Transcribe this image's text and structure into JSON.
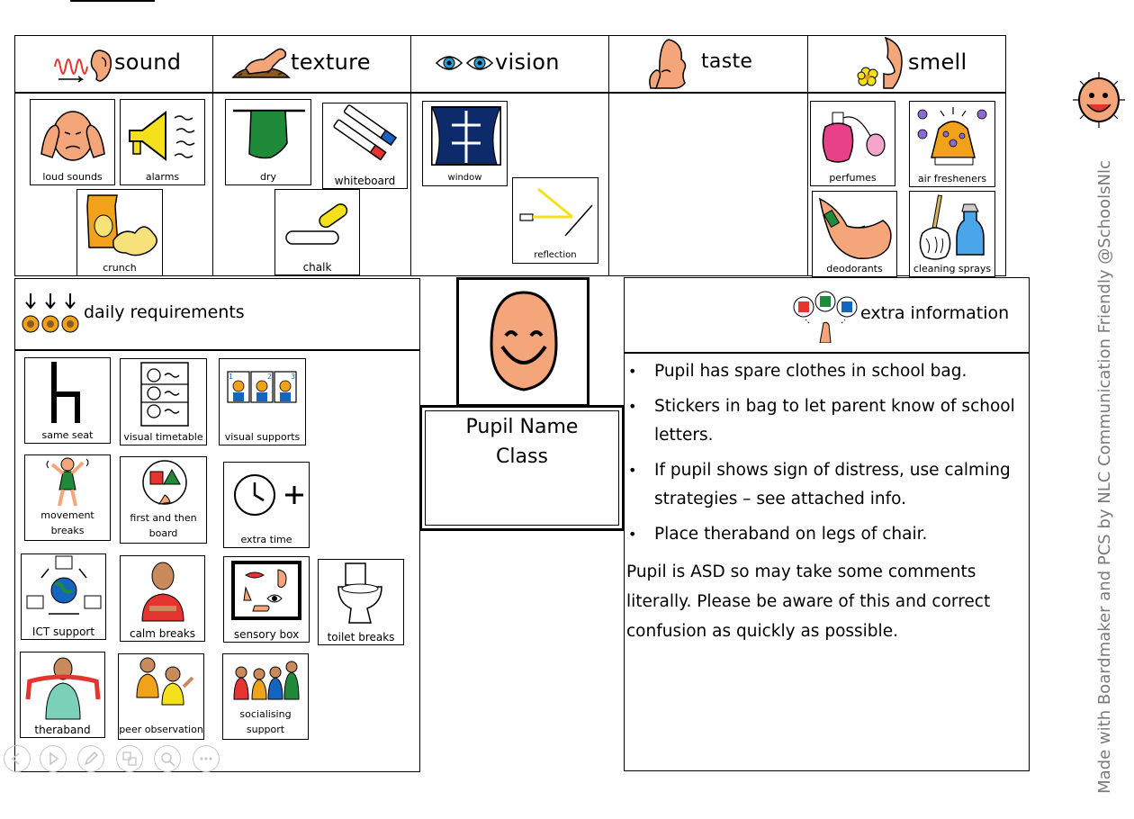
{
  "senses": {
    "sound": {
      "title": "sound",
      "items": [
        "loud sounds",
        "alarms",
        "crunch"
      ]
    },
    "texture": {
      "title": "texture",
      "items": [
        "dry",
        "whiteboard",
        "chalk"
      ]
    },
    "vision": {
      "title": "vision",
      "items": [
        "window",
        "reflection"
      ]
    },
    "taste": {
      "title": "taste",
      "items": []
    },
    "smell": {
      "title": "smell",
      "items": [
        "perfumes",
        "air fresheners",
        "deodorants",
        "cleaning sprays"
      ]
    }
  },
  "daily": {
    "title": "daily requirements",
    "items": [
      "same seat",
      "visual timetable",
      "visual supports",
      "movement breaks",
      "first and then board",
      "extra time",
      "ICT support",
      "calm breaks",
      "sensory box",
      "toilet breaks",
      "theraband",
      "peer observation",
      "socialising support"
    ]
  },
  "pupil": {
    "name": "Pupil Name",
    "class": "Class"
  },
  "extra": {
    "title": "extra information",
    "bullets": [
      "Pupil has spare clothes in school bag.",
      "Stickers in bag to let parent know of school letters.",
      "If pupil shows sign of distress, use calming strategies – see attached info.",
      "Place theraband on legs of chair."
    ],
    "paragraph": "Pupil is ASD so may take some comments literally. Please be aware of this and correct confusion as quickly as possible."
  },
  "watermark": "Made with Boardmaker and PCS by NLC Communication Friendly @SchoolsNlc",
  "colors": {
    "skin": "#f4a57a",
    "red": "#e3342f",
    "yellow": "#f5e11b",
    "green": "#1f8a3a",
    "blue": "#1565c0",
    "navy": "#0d2a6b",
    "pink": "#e8418a"
  },
  "slideshow_controls": [
    "back-icon",
    "play-icon",
    "pen-icon",
    "slides-icon",
    "zoom-icon",
    "more-icon"
  ]
}
